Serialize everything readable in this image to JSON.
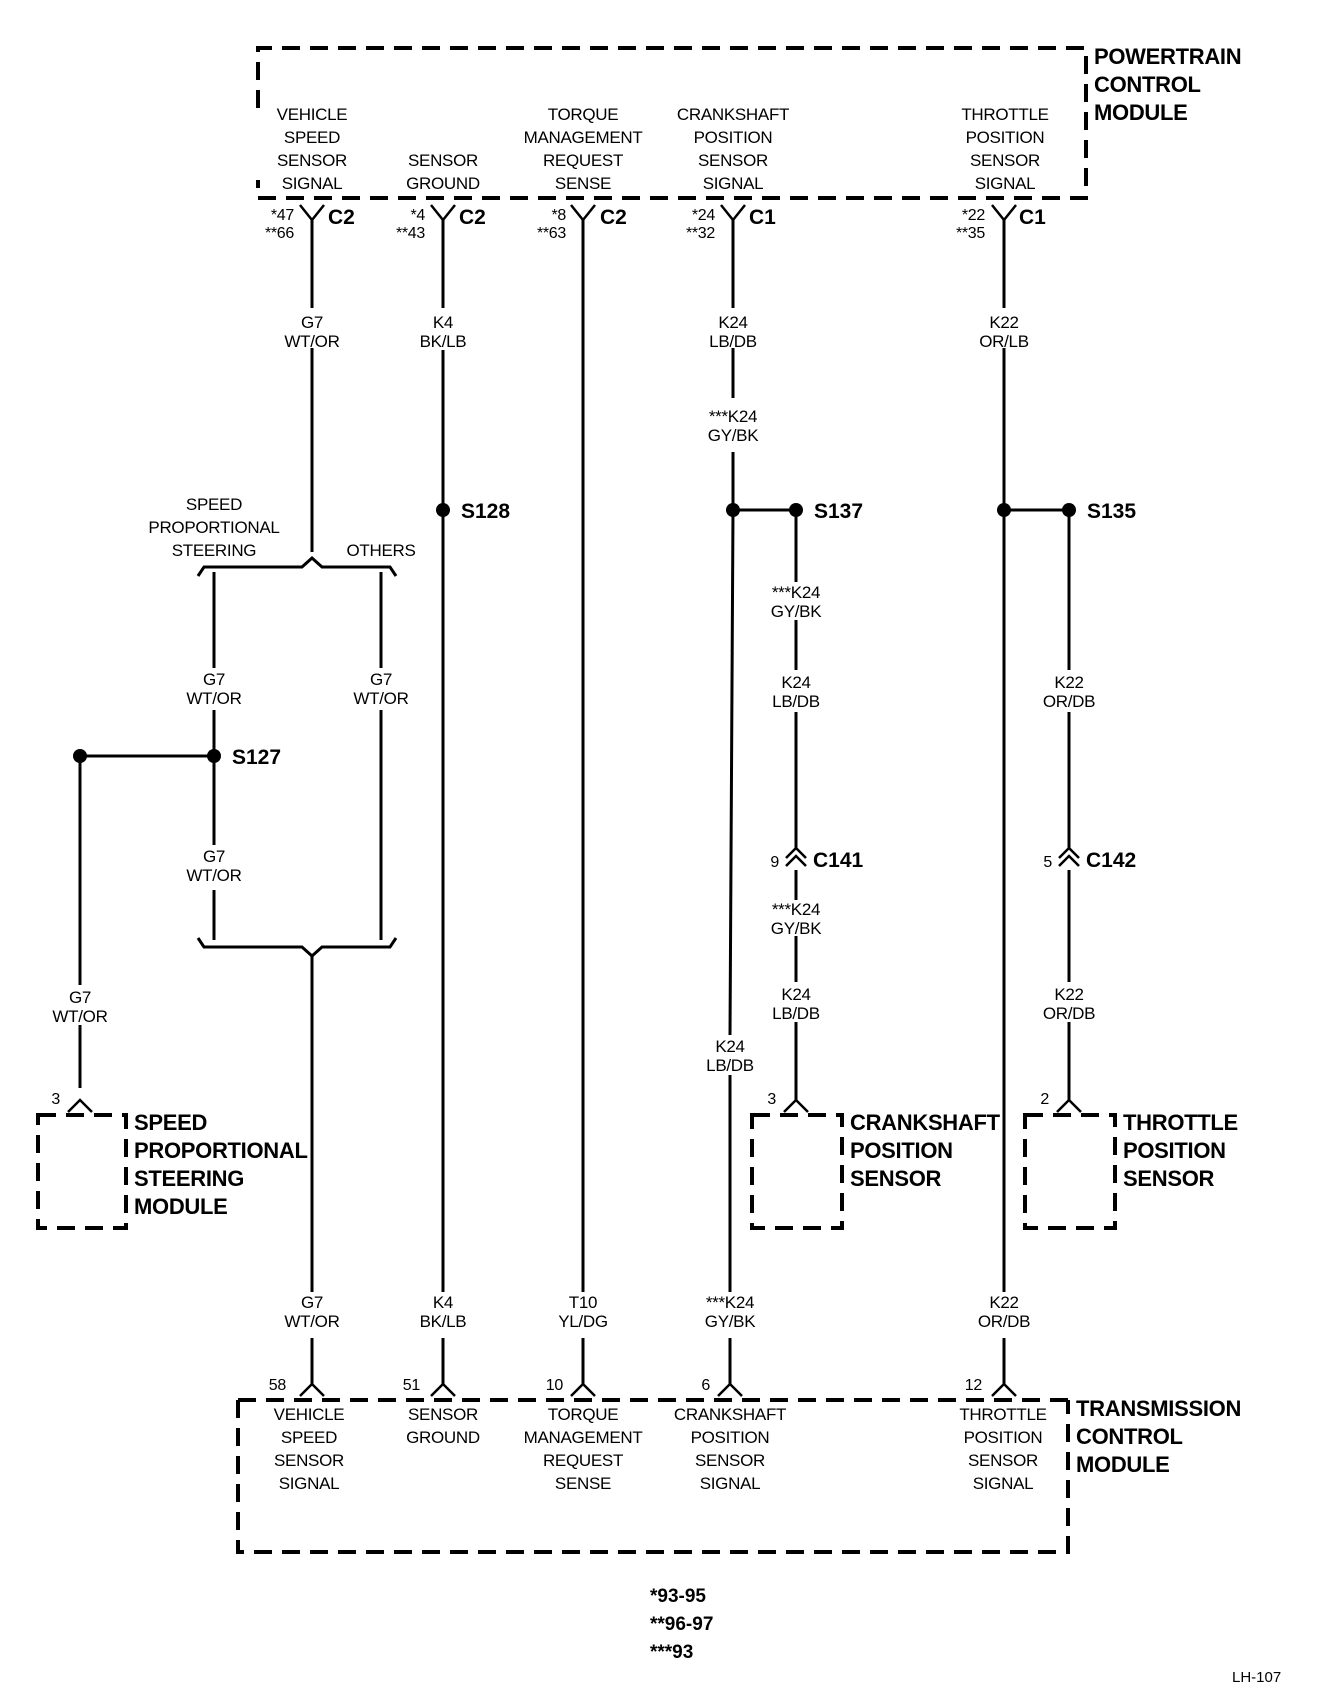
{
  "modules": {
    "pcm": {
      "name": [
        "POWERTRAIN",
        "CONTROL",
        "MODULE"
      ]
    },
    "tcm": {
      "name": [
        "TRANSMISSION",
        "CONTROL",
        "MODULE"
      ]
    },
    "spsm": {
      "name": [
        "SPEED",
        "PROPORTIONAL",
        "STEERING",
        "MODULE"
      ]
    },
    "ckp": {
      "name": [
        "CRANKSHAFT",
        "POSITION",
        "SENSOR"
      ]
    },
    "tps": {
      "name": [
        "THROTTLE",
        "POSITION",
        "SENSOR"
      ]
    }
  },
  "pcm_circuits": [
    {
      "label": [
        "VEHICLE",
        "SPEED",
        "SENSOR",
        "SIGNAL"
      ],
      "pins": [
        "*47",
        "**66"
      ],
      "connector": "C2"
    },
    {
      "label": [
        "SENSOR",
        "GROUND"
      ],
      "pins": [
        "*4",
        "**43"
      ],
      "connector": "C2"
    },
    {
      "label": [
        "TORQUE",
        "MANAGEMENT",
        "REQUEST",
        "SENSE"
      ],
      "pins": [
        "*8",
        "**63"
      ],
      "connector": "C2"
    },
    {
      "label": [
        "CRANKSHAFT",
        "POSITION",
        "SENSOR",
        "SIGNAL"
      ],
      "pins": [
        "*24",
        "**32"
      ],
      "connector": "C1"
    },
    {
      "label": [
        "THROTTLE",
        "POSITION",
        "SENSOR",
        "SIGNAL"
      ],
      "pins": [
        "*22",
        "**35"
      ],
      "connector": "C1"
    }
  ],
  "tcm_circuits": [
    {
      "label": [
        "VEHICLE",
        "SPEED",
        "SENSOR",
        "SIGNAL"
      ],
      "pin": "58"
    },
    {
      "label": [
        "SENSOR",
        "GROUND"
      ],
      "pin": "51"
    },
    {
      "label": [
        "TORQUE",
        "MANAGEMENT",
        "REQUEST",
        "SENSE"
      ],
      "pin": "10"
    },
    {
      "label": [
        "CRANKSHAFT",
        "POSITION",
        "SENSOR",
        "SIGNAL"
      ],
      "pin": "6"
    },
    {
      "label": [
        "THROTTLE",
        "POSITION",
        "SENSOR",
        "SIGNAL"
      ],
      "pin": "12"
    }
  ],
  "wires": {
    "g7_top": [
      "G7",
      "WT/OR"
    ],
    "k4_top": [
      "K4",
      "BK/LB"
    ],
    "k24_top": [
      "K24",
      "LB/DB"
    ],
    "k24_top_b": [
      "***K24",
      "GY/BK"
    ],
    "k22_top": [
      "K22",
      "OR/LB"
    ],
    "g7_sps_branch": [
      "G7",
      "WT/OR"
    ],
    "g7_others": [
      "G7",
      "WT/OR"
    ],
    "g7_s127_down": [
      "G7",
      "WT/OR"
    ],
    "g7_spsm": [
      "G7",
      "WT/OR"
    ],
    "k24_s137_a": [
      "***K24",
      "GY/BK"
    ],
    "k24_s137_b": [
      "K24",
      "LB/DB"
    ],
    "k24_c141_a": [
      "***K24",
      "GY/BK"
    ],
    "k24_c141_b": [
      "K24",
      "LB/DB"
    ],
    "k24_main": [
      "K24",
      "LB/DB"
    ],
    "k22_s135": [
      "K22",
      "OR/DB"
    ],
    "k22_c142": [
      "K22",
      "OR/DB"
    ],
    "g7_bottom": [
      "G7",
      "WT/OR"
    ],
    "k4_bottom": [
      "K4",
      "BK/LB"
    ],
    "t10_bottom": [
      "T10",
      "YL/DG"
    ],
    "k24_bottom": [
      "***K24",
      "GY/BK"
    ],
    "k22_bottom": [
      "K22",
      "OR/DB"
    ]
  },
  "splices": {
    "s128": "S128",
    "s137": "S137",
    "s135": "S135",
    "s127": "S127"
  },
  "branch": {
    "sps": [
      "SPEED",
      "PROPORTIONAL",
      "STEERING"
    ],
    "others": "OTHERS"
  },
  "inline_connectors": {
    "c141": {
      "name": "C141",
      "pin": "9"
    },
    "c142": {
      "name": "C142",
      "pin": "5"
    }
  },
  "device_pins": {
    "spsm": "3",
    "ckp": "3",
    "tps": "2"
  },
  "notes": [
    "*93-95",
    "**96-97",
    "***93"
  ],
  "figure_id": "LH-107"
}
